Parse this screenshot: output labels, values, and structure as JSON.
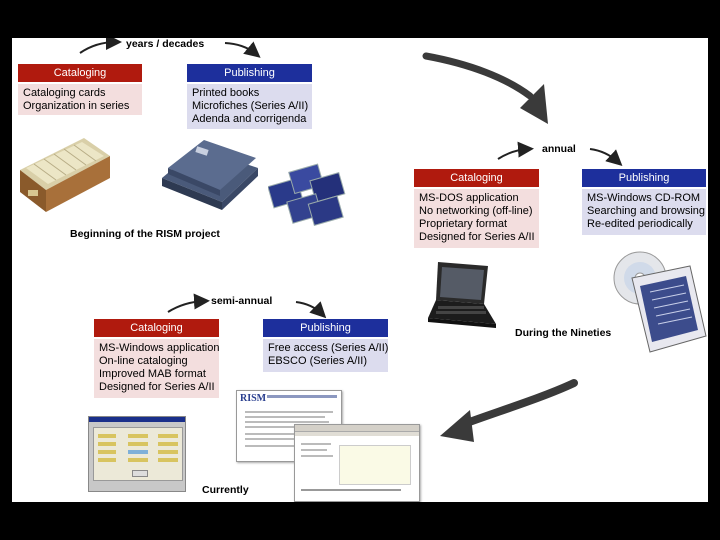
{
  "stage1": {
    "frequency": "years / decades",
    "cataloging": {
      "title": "Cataloging",
      "items": [
        "Cataloging cards",
        "Organization in series"
      ]
    },
    "publishing": {
      "title": "Publishing",
      "items": [
        "Printed books",
        "Microfiches (Series A/II)",
        "Adenda and corrigenda"
      ]
    },
    "caption": "Beginning of the RISM project"
  },
  "stage2": {
    "frequency": "annual",
    "cataloging": {
      "title": "Cataloging",
      "items": [
        "MS-DOS application",
        "No networking (off-line)",
        "Proprietary format",
        "Designed for Series A/II"
      ]
    },
    "publishing": {
      "title": "Publishing",
      "items": [
        "MS-Windows CD-ROM",
        "Searching and browsing",
        "Re-edited periodically"
      ]
    },
    "caption": "During the Nineties"
  },
  "stage3": {
    "frequency": "semi-annual",
    "cataloging": {
      "title": "Cataloging",
      "items": [
        "MS-Windows application",
        "On-line cataloging",
        "Improved MAB format",
        "Designed for Series A/II"
      ]
    },
    "publishing": {
      "title": "Publishing",
      "items": [
        "Free access (Series A/II)",
        "EBSCO (Series A/II)"
      ]
    },
    "caption": "Currently"
  },
  "screens": {
    "logo_text": "RISM"
  },
  "colors": {
    "cataloging": "#b01a0e",
    "publishing": "#1d2f9c",
    "cataloging_body": "#f3dede",
    "publishing_body": "#dcdcee"
  }
}
